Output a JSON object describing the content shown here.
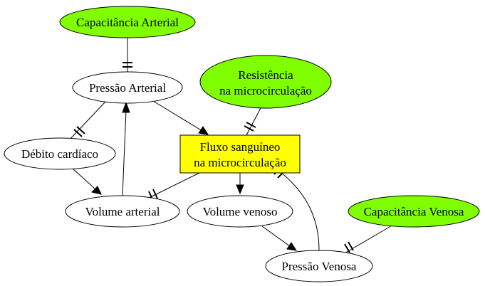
{
  "diagram": {
    "nodes": {
      "capacitancia_arterial": {
        "label": "Capacitância Arterial",
        "fill": "#7fff00"
      },
      "pressao_arterial": {
        "label": "Pressão Arterial",
        "fill": "#ffffff"
      },
      "resistencia": {
        "label_line1": "Resistência",
        "label_line2": "na microcirculação",
        "fill": "#7fff00"
      },
      "debito_cardiaco": {
        "label": "Débito cardíaco",
        "fill": "#ffffff"
      },
      "fluxo": {
        "label_line1": "Fluxo sanguíneo",
        "label_line2": "na microcirculação",
        "fill": "#ffff00"
      },
      "volume_arterial": {
        "label": "Volume arterial",
        "fill": "#ffffff"
      },
      "volume_venoso": {
        "label": "Volume venoso",
        "fill": "#ffffff"
      },
      "capacitancia_venosa": {
        "label": "Capacitância Venosa",
        "fill": "#7fff00"
      },
      "pressao_venosa": {
        "label": "Pressão Venosa",
        "fill": "#ffffff"
      }
    }
  }
}
